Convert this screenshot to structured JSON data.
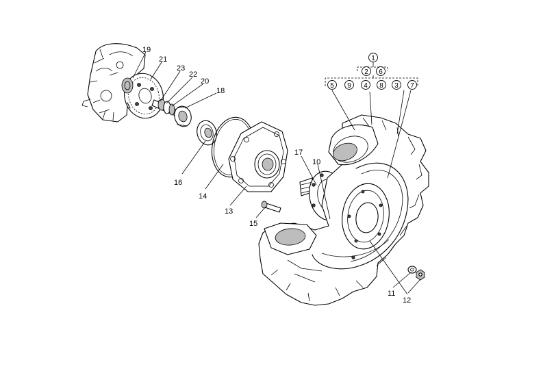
{
  "callouts": {
    "p1": "1",
    "p2": "2",
    "p3": "3",
    "p4": "4",
    "p5": "5",
    "p6": "6",
    "p7": "7",
    "p8": "8",
    "p9": "9",
    "p10": "10",
    "p11": "11",
    "p12": "12",
    "p13": "13",
    "p14": "14",
    "p15": "15",
    "p16": "16",
    "p17": "17",
    "p18": "18",
    "p19": "19",
    "p20": "20",
    "p21": "21",
    "p22": "22",
    "p23": "23"
  }
}
